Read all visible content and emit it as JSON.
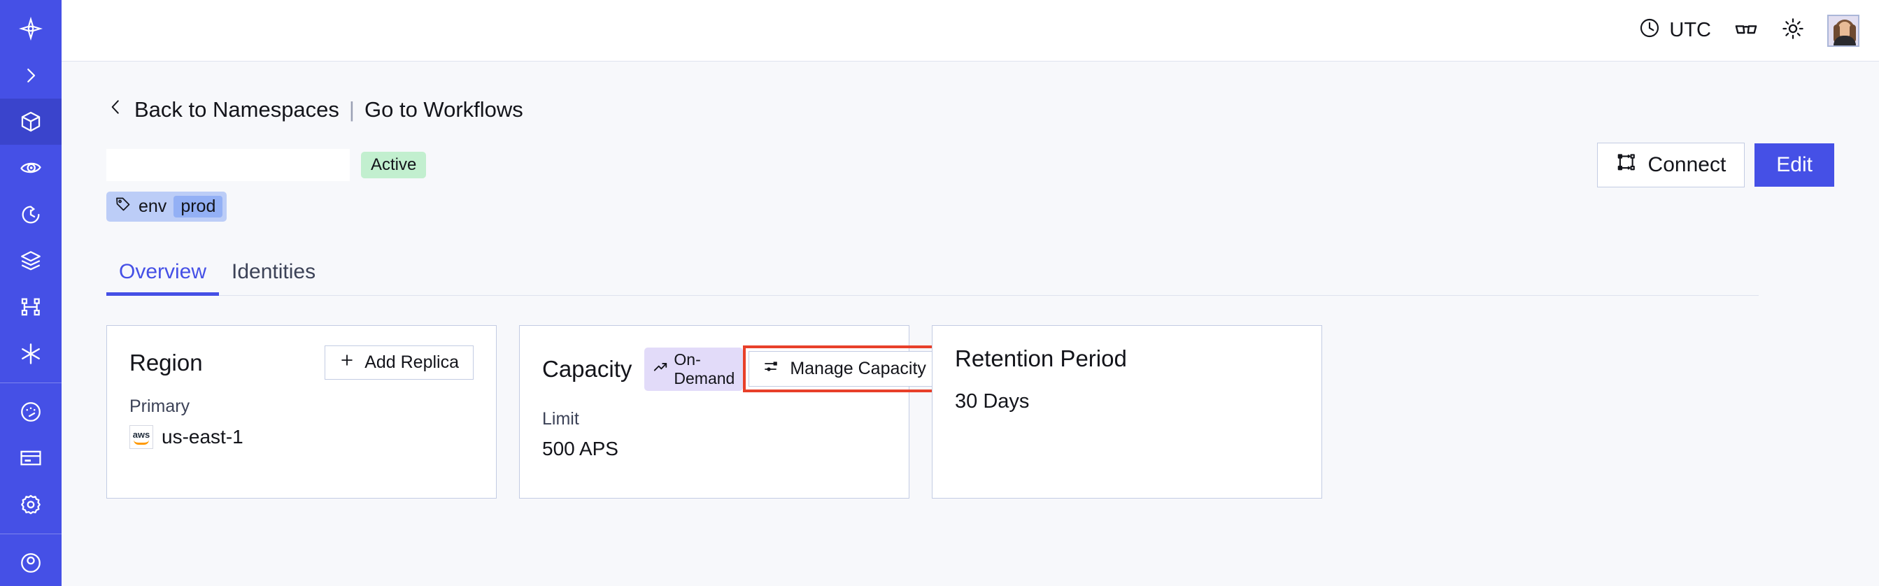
{
  "sidebar": {
    "items": [
      {
        "name": "temporal-logo-icon",
        "label": "Temporal"
      },
      {
        "name": "expand-chevron-icon",
        "label": "Expand"
      },
      {
        "name": "namespaces-cube-icon",
        "label": "Namespaces",
        "active": true
      },
      {
        "name": "observability-eye-icon",
        "label": "Observability"
      },
      {
        "name": "history-clock-icon",
        "label": "History"
      },
      {
        "name": "layers-icon",
        "label": "Layers"
      },
      {
        "name": "workflows-branch-icon",
        "label": "Workflows"
      },
      {
        "name": "asterisk-icon",
        "label": "Nexus"
      },
      {
        "name": "usage-gauge-icon",
        "label": "Usage"
      },
      {
        "name": "billing-card-icon",
        "label": "Billing"
      },
      {
        "name": "settings-gear-icon",
        "label": "Settings"
      },
      {
        "name": "account-icon",
        "label": "Account"
      }
    ]
  },
  "topbar": {
    "timezone": "UTC",
    "clock_icon": "clock-icon",
    "glasses_icon": "glasses-icon",
    "theme_icon": "sun-icon",
    "avatar_icon": "avatar"
  },
  "breadcrumb": {
    "back_chevron": "chevron-left-icon",
    "back_label": "Back to Namespaces",
    "separator": "|",
    "forward_label": "Go to Workflows"
  },
  "namespace": {
    "title": "",
    "status_badge": "Active",
    "tag_icon": "tag-icon",
    "tag_key": "env",
    "tag_value": "prod"
  },
  "actions": {
    "connect_label": "Connect",
    "connect_icon": "connect-flow-icon",
    "edit_label": "Edit"
  },
  "tabs": [
    {
      "label": "Overview",
      "active": true
    },
    {
      "label": "Identities",
      "active": false
    }
  ],
  "cards": {
    "region": {
      "title": "Region",
      "button_label": "Add Replica",
      "button_icon": "plus-icon",
      "label": "Primary",
      "provider_icon": "aws-logo",
      "provider_text": "aws",
      "value": "us-east-1"
    },
    "capacity": {
      "title": "Capacity",
      "badge_label": "On-Demand",
      "badge_icon": "trending-up-icon",
      "button_label": "Manage Capacity",
      "button_icon": "sliders-icon",
      "button_highlighted": true,
      "label": "Limit",
      "value": "500 APS"
    },
    "retention": {
      "title": "Retention Period",
      "value": "30 Days"
    }
  },
  "colors": {
    "brand_blue": "#4550e6",
    "sidebar_active": "#3a44cc",
    "page_bg": "#f7f8fb",
    "card_border": "#c3cce3",
    "active_badge_bg": "#c2efcf",
    "ondemand_badge_bg": "#e2dbf9",
    "tag_chip_bg": "#bccdf7",
    "tag_value_bg": "#93b0f5",
    "highlight_red": "#e8402a"
  }
}
